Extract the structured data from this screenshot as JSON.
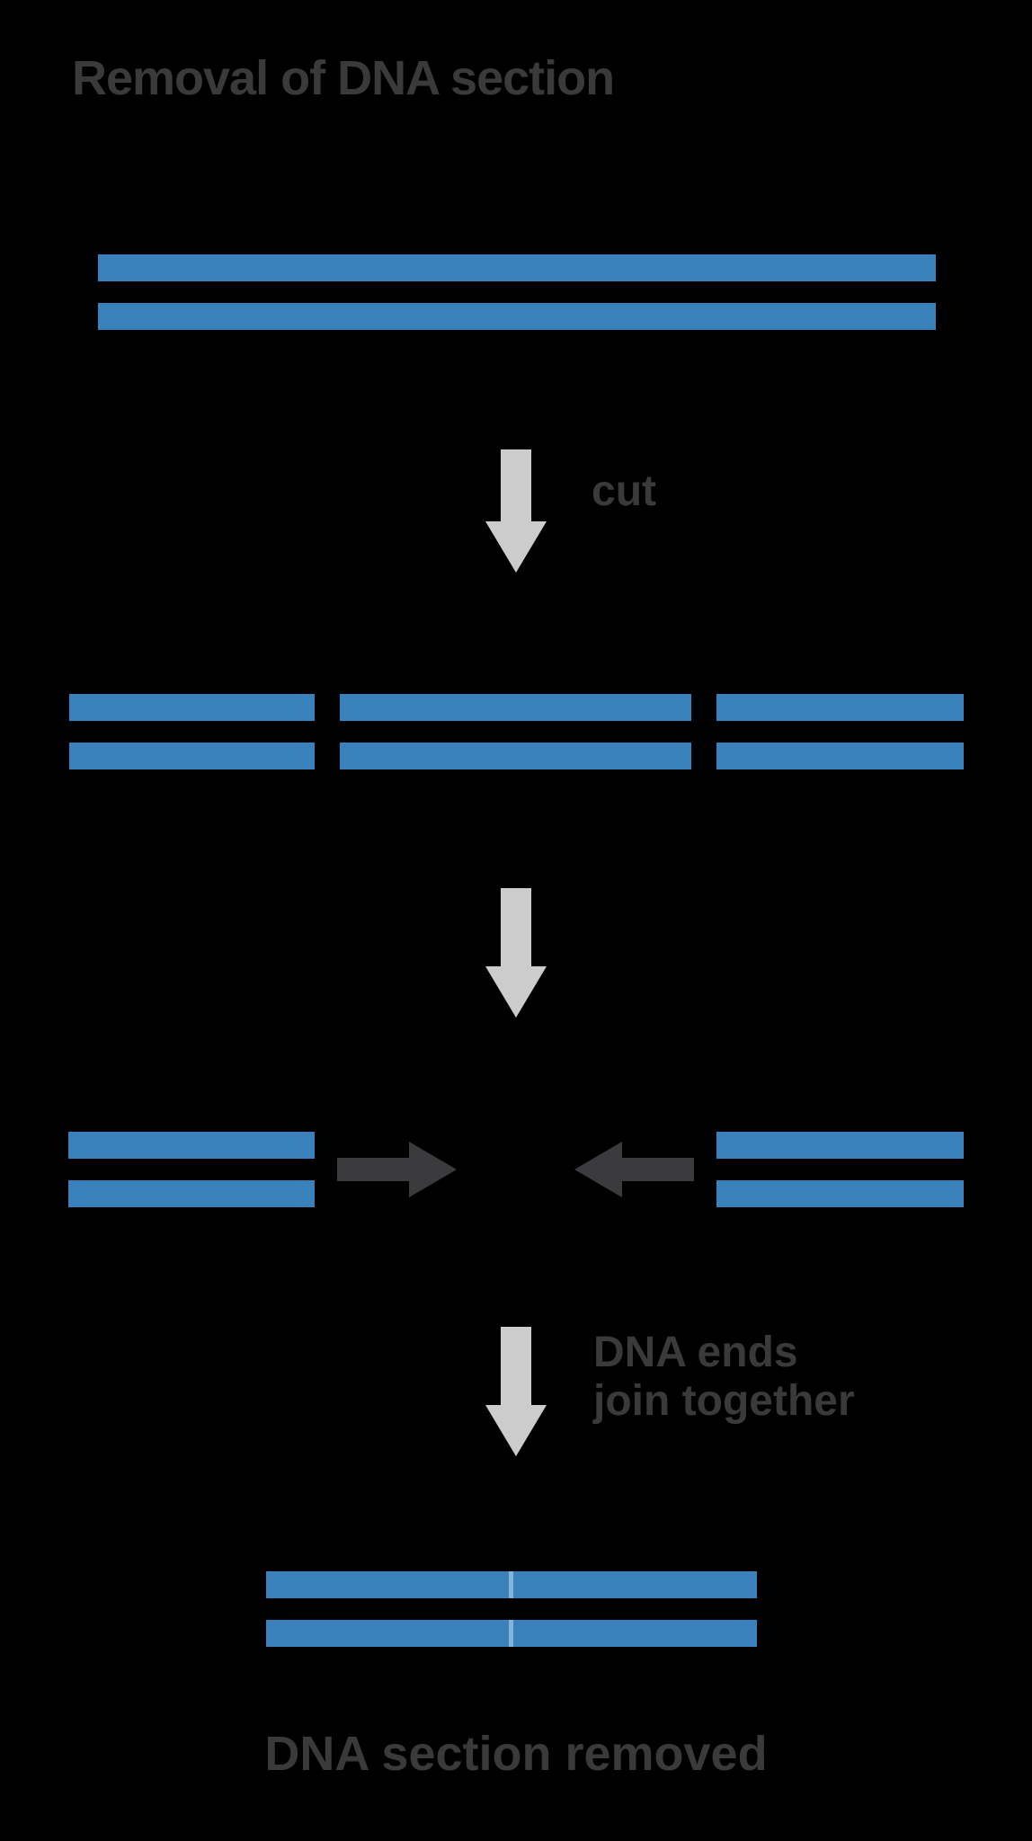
{
  "title": "Removal of DNA section",
  "labels": {
    "cut": "cut",
    "join_line1": "DNA ends",
    "join_line2": "join together",
    "caption": "DNA section removed"
  },
  "colors": {
    "background": "#000000",
    "dna_blue": "#3a81bb",
    "seam_blue": "#85b4d8",
    "light_arrow": "#cccccc",
    "dark_text": "#3a3a3c",
    "dark_arrow": "#3b3b3d"
  },
  "steps": [
    {
      "id": "original-dna",
      "description": "intact double-stranded DNA"
    },
    {
      "id": "cut",
      "description": "DNA cut into three fragments"
    },
    {
      "id": "ends-join",
      "description": "middle section removed, flanking ends pushed together"
    },
    {
      "id": "joined-dna",
      "description": "DNA ends joined, section removed"
    }
  ]
}
